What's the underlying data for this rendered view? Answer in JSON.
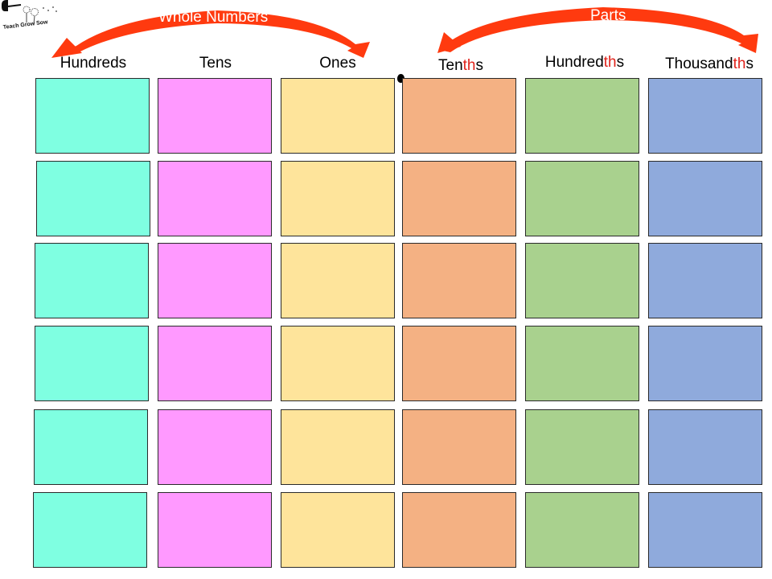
{
  "logo": {
    "text": "Teach Grow Sow"
  },
  "arrows": {
    "whole_numbers_label": "Whole Numbers",
    "parts_label": "Parts",
    "color": "#ff3a0f"
  },
  "columns": [
    {
      "id": "hundreds",
      "pre": "Hundreds",
      "hl": "",
      "post": "",
      "color": "#7fffe1"
    },
    {
      "id": "tens",
      "pre": "Tens",
      "hl": "",
      "post": "",
      "color": "#ff99ff"
    },
    {
      "id": "ones",
      "pre": "Ones",
      "hl": "",
      "post": "",
      "color": "#fee49b"
    },
    {
      "id": "tenths",
      "pre": "Ten",
      "hl": "th",
      "post": "s",
      "color": "#f4b183"
    },
    {
      "id": "hundredths",
      "pre": "Hundred",
      "hl": "th",
      "post": "s",
      "color": "#a9d18e"
    },
    {
      "id": "thousandths",
      "pre": "Thousand",
      "hl": "th",
      "post": "s",
      "color": "#8faadc"
    }
  ],
  "highlight_color": "#e0231b",
  "rows": 6
}
